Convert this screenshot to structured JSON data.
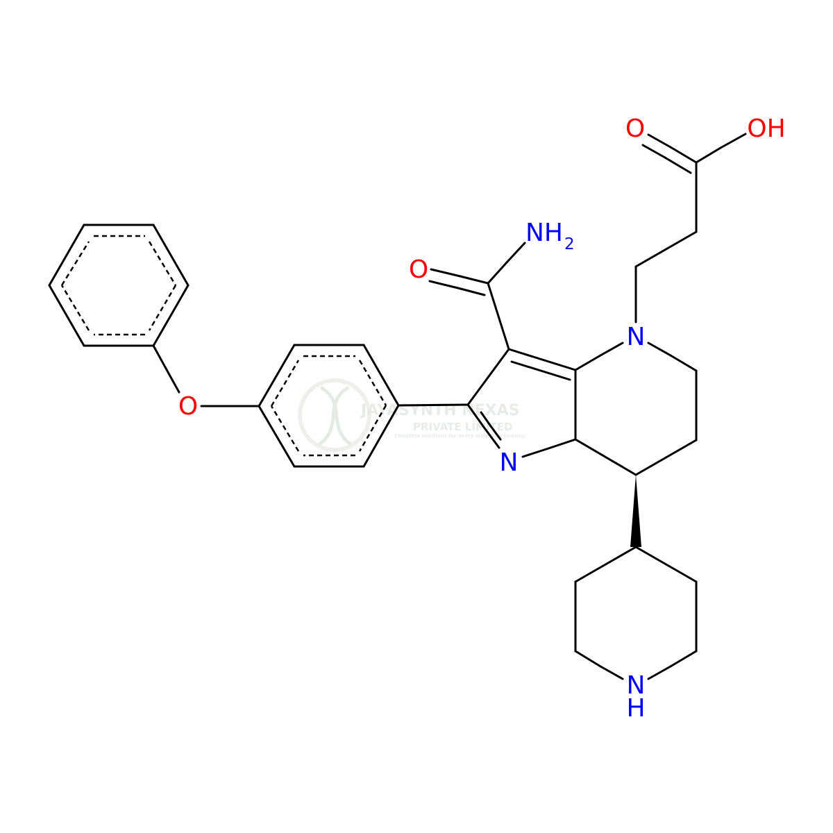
{
  "colors": {
    "bond": "#000000",
    "oxygen": "#ff0000",
    "nitrogen": "#0000ff",
    "watermark": "#d3ddd3"
  },
  "atoms": {
    "carbonyl_oxygen": "O",
    "hydroxyl": "OH",
    "amide_nitrogen": "NH",
    "amide_subscript": "2",
    "amide_oxygen": "O",
    "ring_nitrogen_top": "N",
    "imine_nitrogen": "N",
    "ether_oxygen": "O",
    "piperidine_n": "N",
    "piperidine_h": "H"
  },
  "watermark": {
    "company": "JAYASYNTH NEXAS",
    "subtitle": "PRIVATE LIMITED",
    "tagline": "Complete solutions for every molecular journey",
    "logo": "dna-helix-icon"
  }
}
